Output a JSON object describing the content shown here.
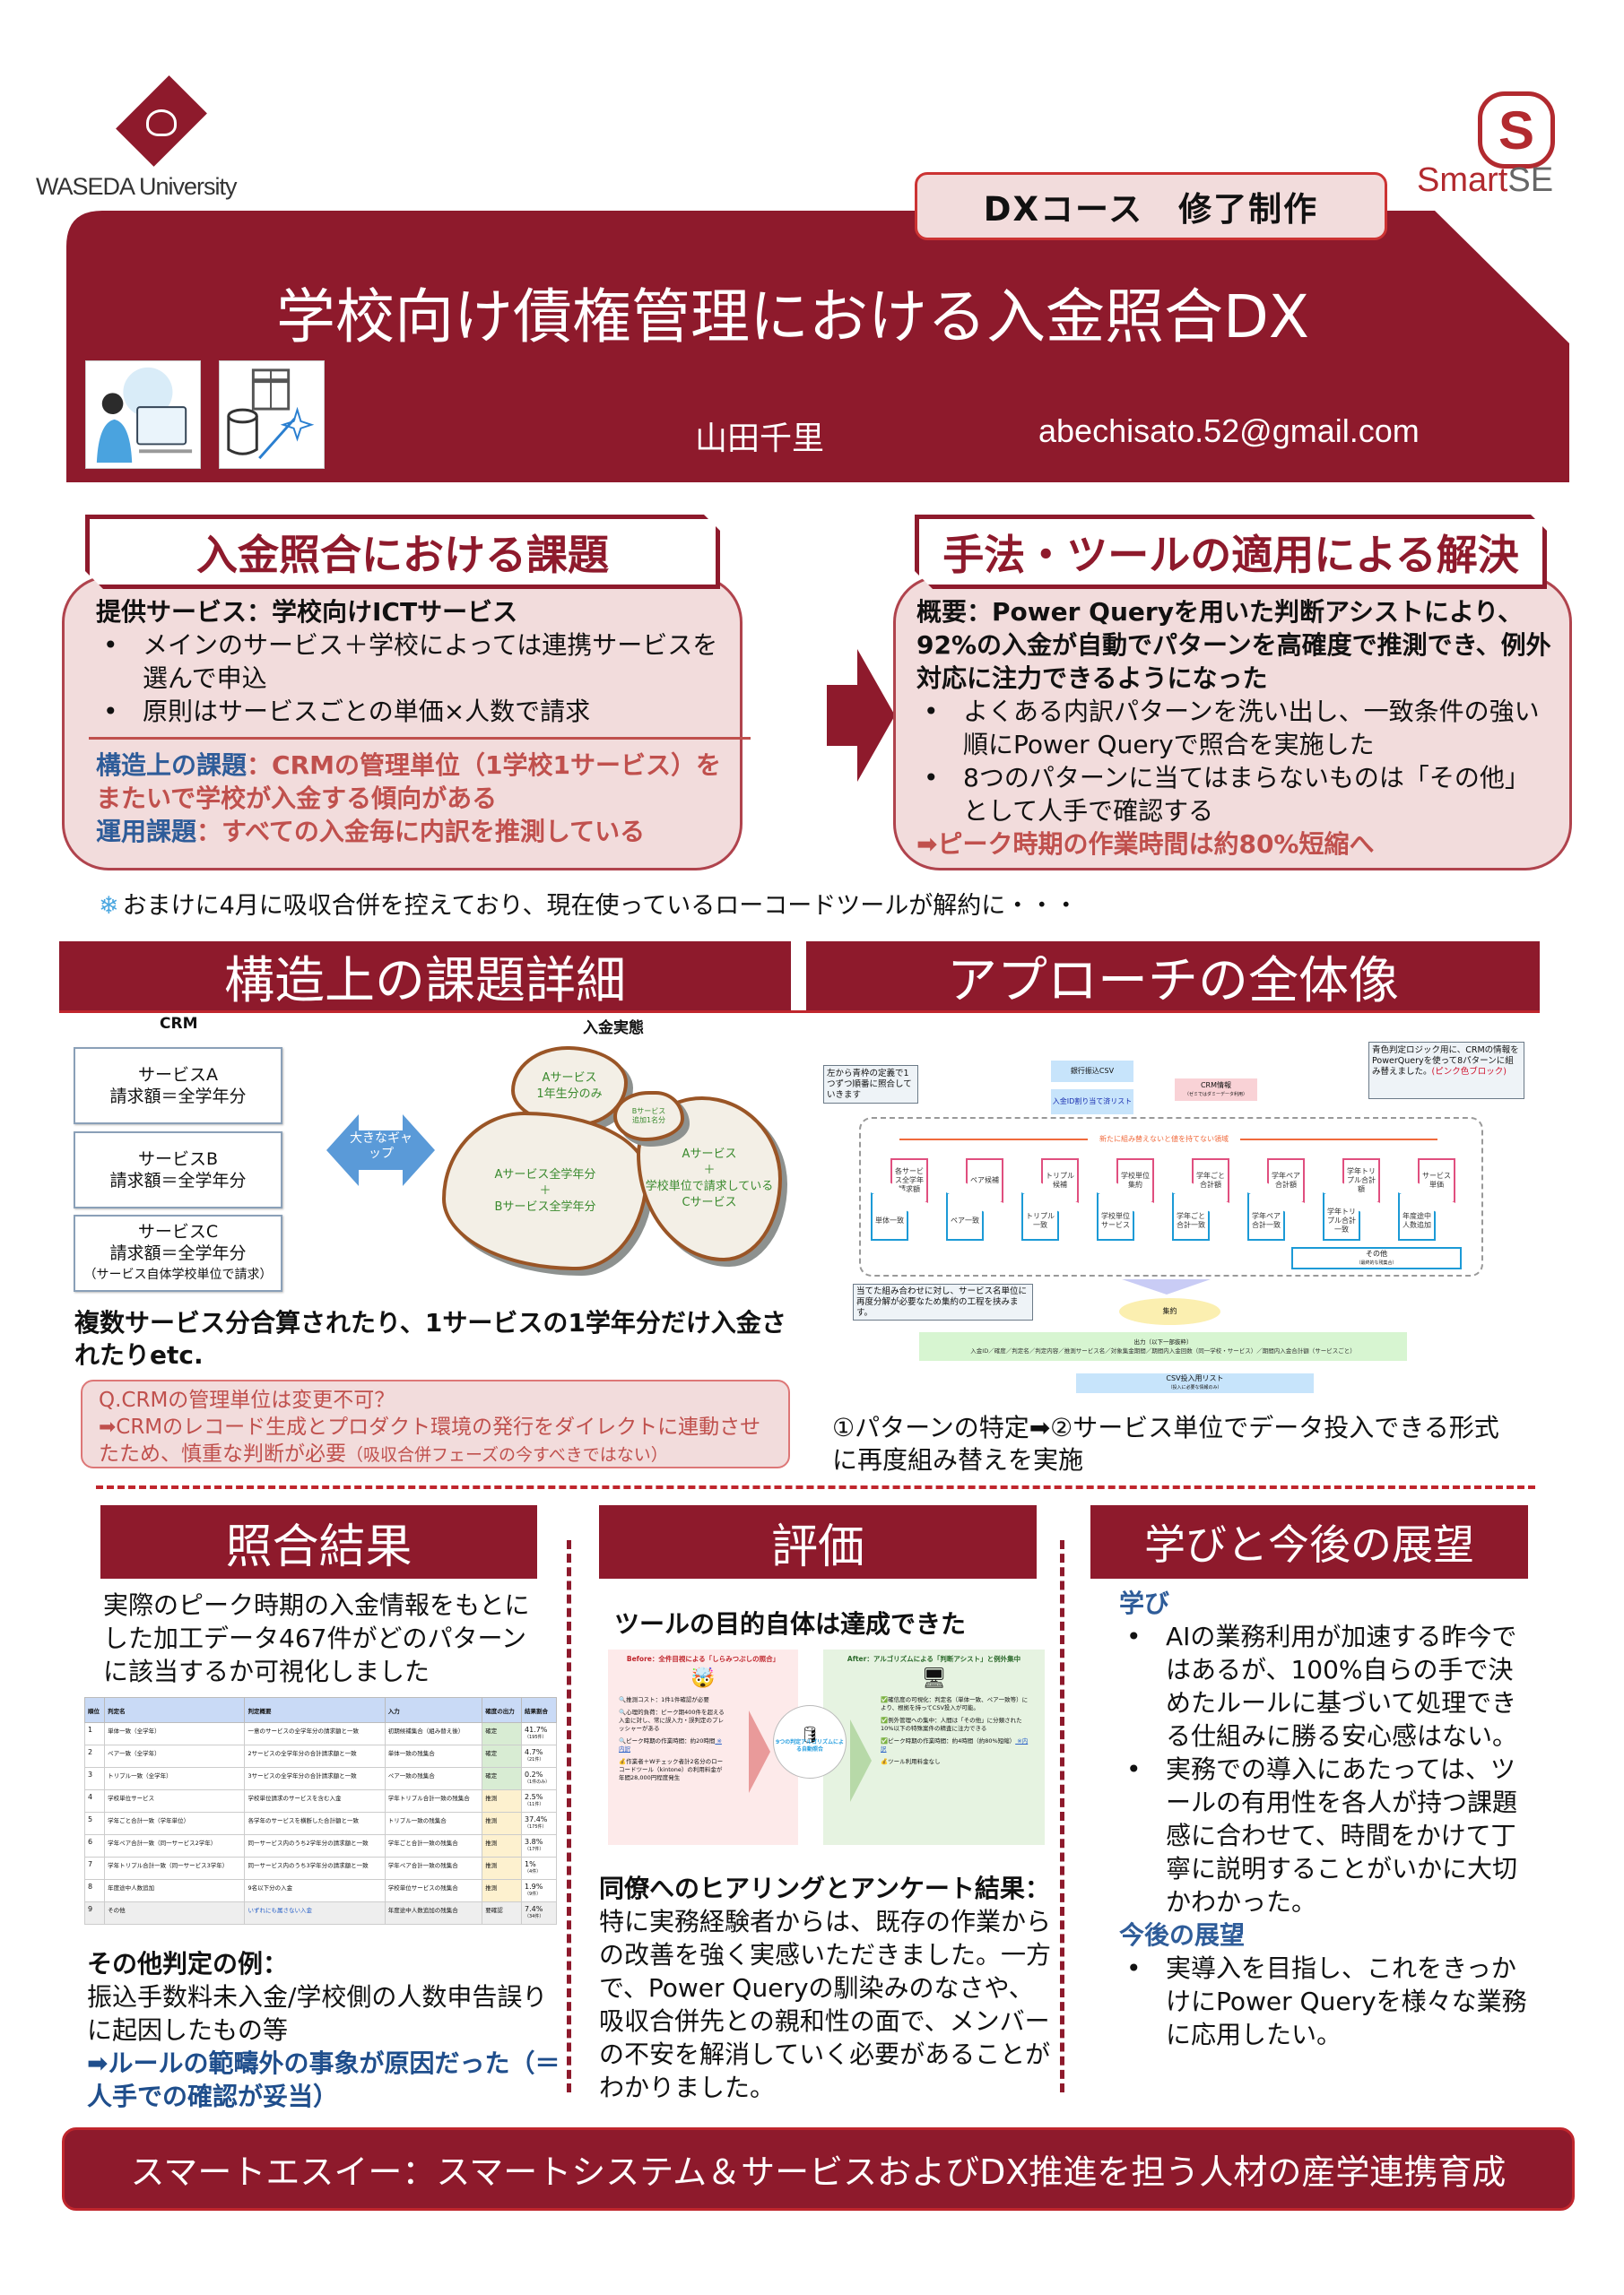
{
  "header": {
    "university": "WASEDA University",
    "brand_1": "Smart",
    "brand_2": "SE",
    "course_tag": "DXコース　修了制作",
    "title": "学校向け債権管理における入金照合DX",
    "author": "山田千里",
    "email": "abechisato.52@gmail.com"
  },
  "problem": {
    "heading": "入金照合における課題",
    "service": "提供サービス：学校向けICTサービス",
    "bullets": [
      "メインのサービス＋学校によっては連携サービスを選んで申込",
      "原則はサービスごとの単価×人数で請求"
    ],
    "structural_label": "構造上の課題",
    "structural_text": "：CRMの管理単位（1学校1サービス）をまたいで学校が入金する傾向がある",
    "operational_label": "運用課題",
    "operational_text": "：すべての入金毎に内訳を推測している"
  },
  "solution": {
    "heading": "手法・ツールの適用による解決",
    "summary": "概要：Power Queryを用いた判断アシストにより、92%の入金が自動でパターンを高確度で推測でき、例外対応に注力できるようになった",
    "bullets": [
      "よくある内訳パターンを洗い出し、一致条件の強い順にPower Queryで照合を実施した",
      "8つのパターンに当てはまらないものは「その他」として人手で確認する"
    ],
    "conclusion": "➡ピーク時期の作業時間は約80%短縮へ"
  },
  "note": "おまけに4月に吸収合併を控えており、現在使っているローコードツールが解約に・・・",
  "structure": {
    "heading": "構造上の課題詳細",
    "crm_label": "CRM",
    "actual_label": "入金実態",
    "crm_boxes": [
      {
        "name": "サービスA",
        "rule": "請求額＝全学年分",
        "note": ""
      },
      {
        "name": "サービスB",
        "rule": "請求額＝全学年分",
        "note": ""
      },
      {
        "name": "サービスC",
        "rule": "請求額＝全学年分",
        "note": "（サービス自体学校単位で請求）"
      }
    ],
    "gap_label": "大きなギャップ",
    "blobs": [
      "Aサービス\n1年生分のみ",
      "Bサービス\n追加1名分",
      "Aサービス全学年分\n＋\nBサービス全学年分",
      "Aサービス\n＋\n学校単位で請求している\nCサービス"
    ],
    "summary": "複数サービス分合算されたり、1サービスの1学年分だけ入金されたりetc.",
    "q_title": "Q.CRMの管理単位は変更不可？",
    "q_answer": "➡CRMのレコード生成とプロダクト環境の発行をダイレクトに連動させたため、慎重な判断が必要",
    "q_note": "（吸収合併フェーズの今すべきではない）"
  },
  "approach": {
    "heading": "アプローチの全体像",
    "callout_left": "左から青枠の定義で1つずつ順番に照合していきます",
    "callout_right": "青色判定ロジック用に、CRMの情報をPowerQueryを使って8パターンに組み替えました。",
    "callout_right_emph": "(ピンク色ブロック)",
    "bank_csv": "銀行振込CSV",
    "id_list": "入金ID割り当て済リスト",
    "crm_info": "CRM情報",
    "crm_info_note": "（ゼミではダミーデータ利用）",
    "rearrange_label": "新たに組み替えないと値を持てない領域",
    "pink_blocks": [
      "各サービス全学年請求額",
      "ペア候補",
      "トリプル候補",
      "学校単位集約",
      "学年ごと合計額",
      "学年ペア合計額",
      "学年トリプル合計額",
      "サービス単価"
    ],
    "blue_blocks": [
      "単体一致",
      "ペア一致",
      "トリプル一致",
      "学校単位サービス",
      "学年ごと合計一致",
      "学年ペア合計一致",
      "学年トリプル合計一致",
      "年度途中人数追加"
    ],
    "other_block": "その他",
    "other_block_note": "（最終的な残集合）",
    "callout_bottom": "当てた組み合わせに対し、サービス名単位に再度分解が必要なため集約の工程を挟みます。",
    "aggregate": "集約",
    "output_title": "出力（以下一部抜粋）",
    "output_fields": "入金ID／確度／判定名／判定内容／推測サービス名／対象集金期間／期間内入金回数（同一学校・サービス）／期間内入金合計額（サービスごと）",
    "csv_list": "CSV投入用リスト",
    "csv_list_note": "（投入に必要な情報のみ）",
    "caption": "①パターンの特定➡②サービス単位でデータ投入できる形式に再度組み替えを実施"
  },
  "results": {
    "heading": "照合結果",
    "intro": "実際のピーク時期の入金情報をもとにした加工データ467件がどのパターンに該当するか可視化しました",
    "table": {
      "headers": [
        "順位",
        "判定名",
        "判定概要",
        "入力",
        "確度の出力",
        "結果割合"
      ],
      "rows": [
        [
          "1",
          "単体一致（全学年）",
          "一意のサービスの全学年分の請求額と一致",
          "初期候補集合（組み替え後）",
          "確定",
          "41.7%",
          "（195件）"
        ],
        [
          "2",
          "ペア一致（全学年）",
          "2サービスの全学年分の合計請求額と一致",
          "単体一致の残集合",
          "確定",
          "4.7%",
          "（21件）"
        ],
        [
          "3",
          "トリプル一致（全学年）",
          "3サービスの全学年分の合計請求額と一致",
          "ペア一致の残集合",
          "確定",
          "0.2%",
          "（1件のみ）"
        ],
        [
          "4",
          "学校単位サービス",
          "学校単位請求のサービスを含む入金",
          "学年トリプル合計一致の残集合",
          "推測",
          "2.5%",
          "（11件）"
        ],
        [
          "5",
          "学年ごと合計一致（学年単位）",
          "各学年のサービスを横断した合計額と一致",
          "トリプル一致の残集合",
          "推測",
          "37.4%",
          "（175件）"
        ],
        [
          "6",
          "学年ペア合計一致（同一サービス2学年）",
          "同一サービス内のうち2学年分の請求額と一致",
          "学年ごと合計一致の残集合",
          "推測",
          "3.8%",
          "（17件）"
        ],
        [
          "7",
          "学年トリプル合計一致（同一サービス3学年）",
          "同一サービス内のうち3学年分の請求額と一致",
          "学年ペア合計一致の残集合",
          "推測",
          "1%",
          "（4件）"
        ],
        [
          "8",
          "年度途中人数追加",
          "9名以下分の入金",
          "学校単位サービスの残集合",
          "推測",
          "1.9%",
          "（9件）"
        ],
        [
          "9",
          "その他",
          "いずれにも属さない入金",
          "年度途中人数追加の残集合",
          "要確認",
          "7.4%",
          "（34件）"
        ]
      ]
    },
    "other_title": "その他判定の例：",
    "other_text": "振込手数料未入金/学校側の人数申告誤りに起因したもの等",
    "conclusion": "➡ルールの範疇外の事象が原因だった（＝人手での確認が妥当）"
  },
  "evaluation": {
    "heading": "評価",
    "lead": "ツールの目的自体は達成できた",
    "before_title": "Before：全件目視による「しらみつぶしの照合」",
    "before_items": [
      "🔍推測コスト：1件1件確認が必要",
      "🔍心理的負荷：ピーク期400件を超える入金に対し、常に誤入力・誤判定のプレッシャーがある",
      "🔍ピーク時期の作業時間：約20時間",
      "💰作業者＋Wチェック者計2名分のローコードツール（kintone）の利用料金が年間28,000円程度発生"
    ],
    "before_link": "※内訳",
    "center_label": "9つの判定アルゴリズムによる自動照合",
    "after_title": "After：アルゴリズムによる「判断アシスト」と例外集中",
    "after_items": [
      "✅確信度の可視化：判定名（単体一致、ペア一致等）により、根拠を持ってCSV投入が可能。",
      "✅例外管理への集中：人間は「その他」に分類された10%以下の特殊案件の精査に注力できる",
      "✅ピーク時期の作業時間：約4時間（約80%短縮）",
      "💰ツール利用料金なし"
    ],
    "after_link": "※内訳",
    "survey_title": "同僚へのヒアリングとアンケート結果：",
    "survey_text": "特に実務経験者からは、既存の作業からの改善を強く実感いただきました。一方で、Power Queryの馴染みのなさや、吸収合併先との親和性の面で、メンバーの不安を解消していく必要があることがわかりました。"
  },
  "learning": {
    "heading": "学びと今後の展望",
    "learn_title": "学び",
    "learn_bullets": [
      "AIの業務利用が加速する昨今ではあるが、100%自らの手で決めたルールに基づいて処理できる仕組みに勝る安心感はない。",
      "実務での導入にあたっては、ツールの有用性を各人が持つ課題感に合わせて、時間をかけて丁寧に説明することがいかに大切かわかった。"
    ],
    "future_title": "今後の展望",
    "future_bullets": [
      "実導入を目指し、これをきっかけにPower Queryを様々な業務に応用したい。"
    ]
  },
  "footer": "スマートエスイー：スマートシステム＆サービスおよびDX推進を担う人材の産学連携育成",
  "colors": {
    "brand": "#8e1a2c",
    "panel": "#f2dcdc",
    "accent_blue": "#2e5c99",
    "accent_red": "#c0504d"
  }
}
